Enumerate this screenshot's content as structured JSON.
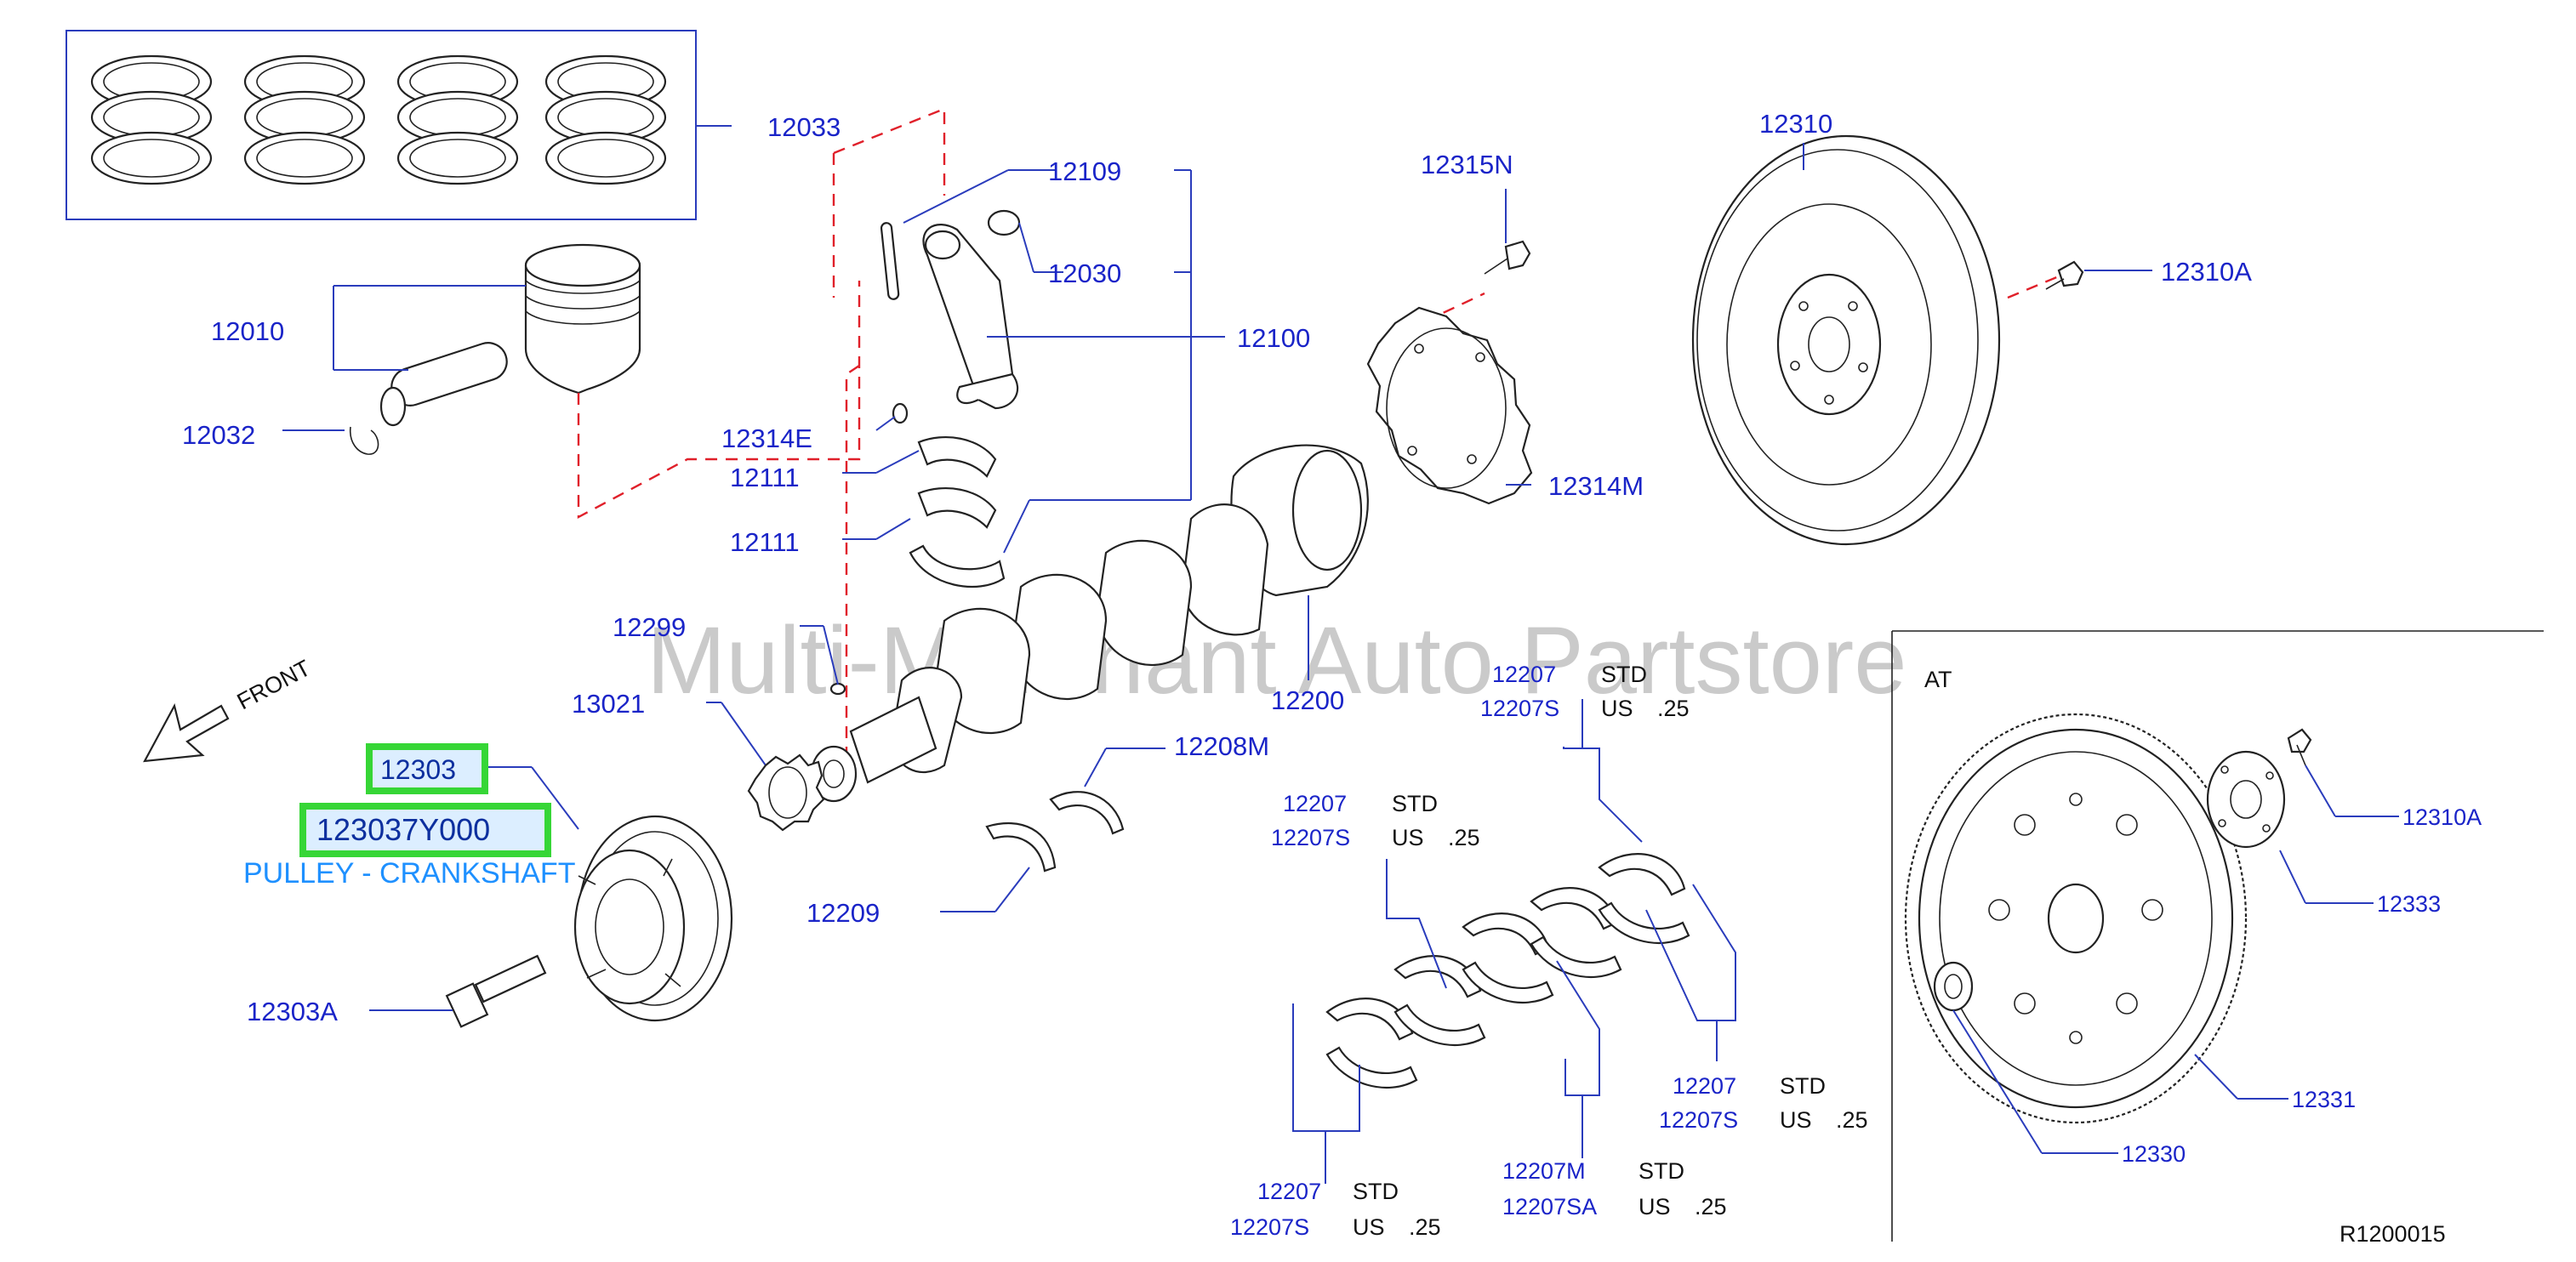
{
  "diagram": {
    "watermark": "Multi-Merchant Auto Partstore",
    "front_label": "FRONT",
    "at_label": "AT",
    "ref_code": "R1200015",
    "highlight": {
      "part_number": "12303",
      "full_part_number": "123037Y000",
      "description": "PULLEY - CRANKSHAFT"
    },
    "callouts": {
      "c12033": "12033",
      "c12109": "12109",
      "c12030": "12030",
      "c12100": "12100",
      "c12010": "12010",
      "c12032": "12032",
      "c12314E": "12314E",
      "c12111a": "12111",
      "c12111b": "12111",
      "c12315N": "12315N",
      "c12314M": "12314M",
      "c12310": "12310",
      "c12310A": "12310A",
      "c12299": "12299",
      "c13021": "13021",
      "c12200": "12200",
      "c12208M": "12208M",
      "c12209": "12209",
      "c12303A": "12303A",
      "b1_p": "12207",
      "b1_s": "12207S",
      "b2_p": "12207",
      "b2_s": "12207S",
      "b3_p": "12207",
      "b3_s": "12207S",
      "b4_p": "12207M",
      "b4_s": "12207SA",
      "b5_p": "12207",
      "b5_s": "12207S",
      "at_12310A": "12310A",
      "at_12333": "12333",
      "at_12331": "12331",
      "at_12330": "12330"
    },
    "bearing_notes": {
      "std": "STD",
      "us": "US",
      "us_val": ".25"
    }
  }
}
